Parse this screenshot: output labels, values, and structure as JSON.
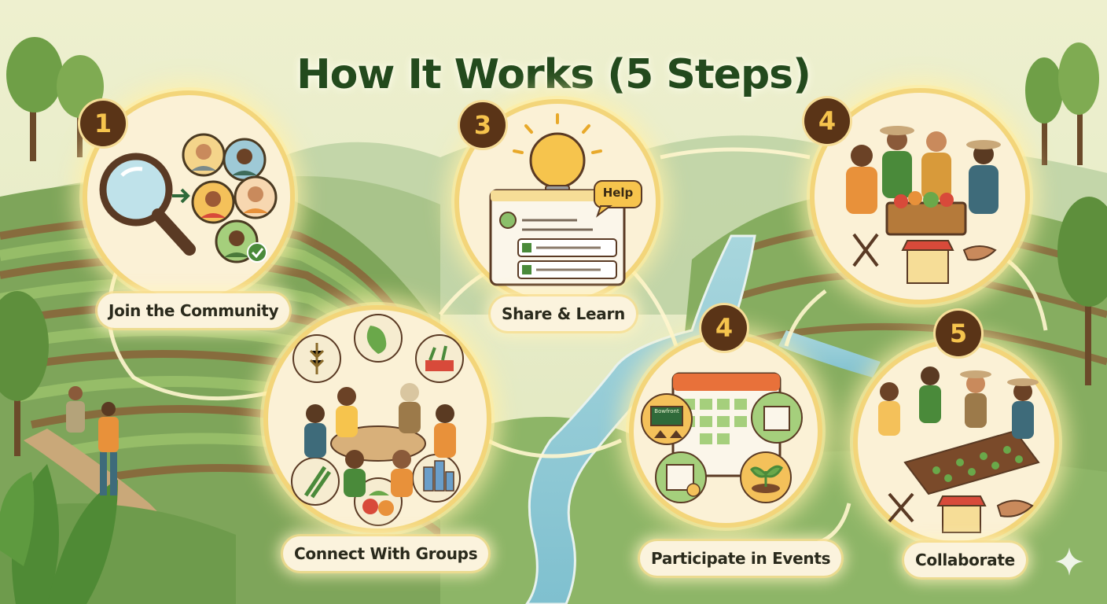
{
  "title": "How It Works (5 Steps)",
  "steps": [
    {
      "number": "1",
      "label": "Join the Community"
    },
    {
      "number": "3",
      "label": "Share & Learn",
      "help_bubble": "Help"
    },
    {
      "number": "4",
      "label": ""
    },
    {
      "number": "",
      "label": "Connect With Groups"
    },
    {
      "number": "4",
      "label": "Participate in Events",
      "board_text": "Bowfront"
    },
    {
      "number": "5",
      "label": "Collaborate"
    }
  ],
  "colors": {
    "title": "#234a1d",
    "badge_fill": "#5a3417",
    "badge_text": "#f6c44d",
    "circle_fill": "#fbf1d6",
    "circle_ring": "#f3d57a"
  }
}
